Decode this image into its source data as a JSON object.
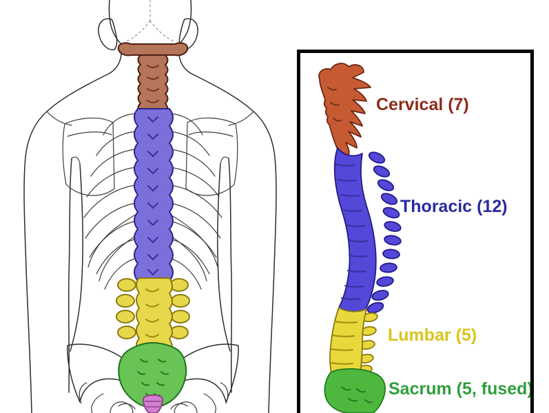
{
  "figure": {
    "background": "#ffffff",
    "left_diagram": {
      "regions": {
        "cervical": {
          "fill": "#b4755a"
        },
        "thoracic": {
          "fill": "#7b6fdc"
        },
        "lumbar": {
          "fill": "#e7d74a"
        },
        "sacrum": {
          "fill": "#67c455"
        },
        "coccyx": {
          "fill": "#d27fd0"
        }
      }
    },
    "panel": {
      "border_color": "#060606",
      "regions": {
        "cervical": {
          "fill": "#c65b33"
        },
        "thoracic": {
          "fill": "#5348d8"
        },
        "lumbar": {
          "fill": "#e8d83c"
        },
        "sacrum": {
          "fill": "#4eb83e"
        }
      },
      "labels": {
        "cervical": {
          "text": "Cervical (7)",
          "color": "#8e2b1a"
        },
        "thoracic": {
          "text": "Thoracic (12)",
          "color": "#2a2aa0"
        },
        "lumbar": {
          "text": "Lumbar (5)",
          "color": "#d9c41e"
        },
        "sacrum": {
          "text": "Sacrum (5, fused)",
          "color": "#2e9e3c"
        }
      }
    }
  }
}
